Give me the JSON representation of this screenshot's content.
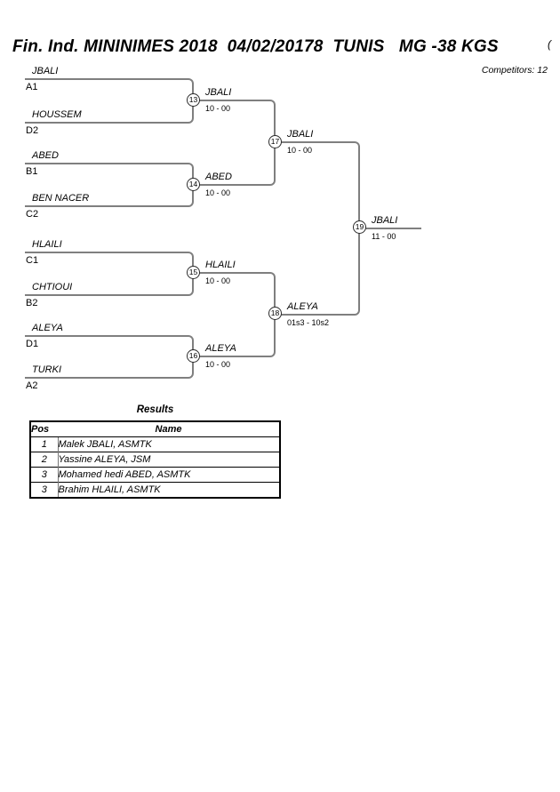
{
  "header": {
    "title": "Fin. Ind. MININIMES 2018  04/02/20178  TUNIS   MG -38 KGS",
    "title_suffix": "(",
    "competitors": "Competitors: 12"
  },
  "bracket": {
    "round1": [
      {
        "number": "13",
        "top_name": "JBALI",
        "top_seed": "A1",
        "bottom_name": "HOUSSEM",
        "bottom_seed": "D2",
        "winner": "JBALI",
        "score": "10 - 00"
      },
      {
        "number": "14",
        "top_name": "ABED",
        "top_seed": "B1",
        "bottom_name": "BEN NACER",
        "bottom_seed": "C2",
        "winner": "ABED",
        "score": "10 - 00"
      },
      {
        "number": "15",
        "top_name": "HLAILI",
        "top_seed": "C1",
        "bottom_name": "CHTIOUI",
        "bottom_seed": "B2",
        "winner": "HLAILI",
        "score": "10 - 00"
      },
      {
        "number": "16",
        "top_name": "ALEYA",
        "top_seed": "D1",
        "bottom_name": "TURKI",
        "bottom_seed": "A2",
        "winner": "ALEYA",
        "score": "10 - 00"
      }
    ],
    "round2": [
      {
        "number": "17",
        "winner": "JBALI",
        "score": "10 - 00"
      },
      {
        "number": "18",
        "winner": "ALEYA",
        "score": "01s3 - 10s2"
      }
    ],
    "final": {
      "number": "19",
      "winner": "JBALI",
      "score": "11 - 00"
    }
  },
  "results": {
    "title": "Results",
    "col_pos": "Pos",
    "col_name": "Name",
    "rows": [
      {
        "pos": "1",
        "name": "Malek JBALI, ASMTK"
      },
      {
        "pos": "2",
        "name": "Yassine ALEYA, JSM"
      },
      {
        "pos": "3",
        "name": "Mohamed hedi ABED, ASMTK"
      },
      {
        "pos": "3",
        "name": "Brahim HLAILI, ASMTK"
      }
    ]
  }
}
